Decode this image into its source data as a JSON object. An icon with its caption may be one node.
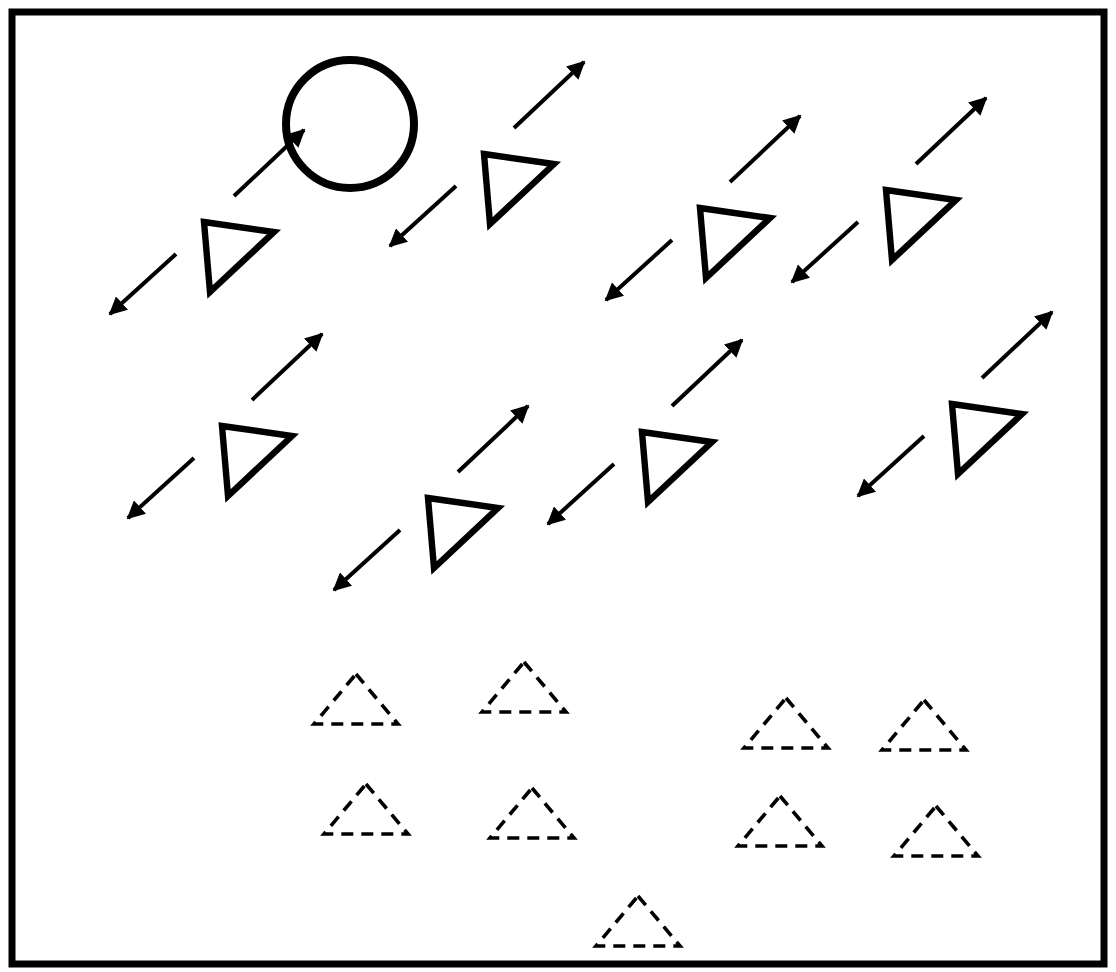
{
  "diagram": {
    "nodes": [
      {
        "text": [],
        "shape": "circle"
      },
      {
        "text": [],
        "shape": "triangle"
      },
      {
        "text": [],
        "shape": "triangle"
      },
      {
        "text": [],
        "shape": "triangle"
      },
      {
        "text": [],
        "shape": "triangle"
      },
      {
        "text": [],
        "shape": "triangle"
      },
      {
        "text": [],
        "shape": "triangle"
      },
      {
        "text": [],
        "shape": "triangle"
      },
      {
        "text": [],
        "shape": "triangle"
      },
      {
        "text": [],
        "shape": "triangle"
      },
      {
        "text": [],
        "shape": "triangle"
      },
      {
        "text": [],
        "shape": "triangle"
      },
      {
        "text": [],
        "shape": "triangle"
      },
      {
        "text": [],
        "shape": "triangle"
      },
      {
        "text": [],
        "shape": "triangle"
      },
      {
        "text": [],
        "shape": "triangle"
      },
      {
        "text": [],
        "shape": "triangle"
      },
      {
        "text": [],
        "shape": "triangle"
      }
    ]
  }
}
